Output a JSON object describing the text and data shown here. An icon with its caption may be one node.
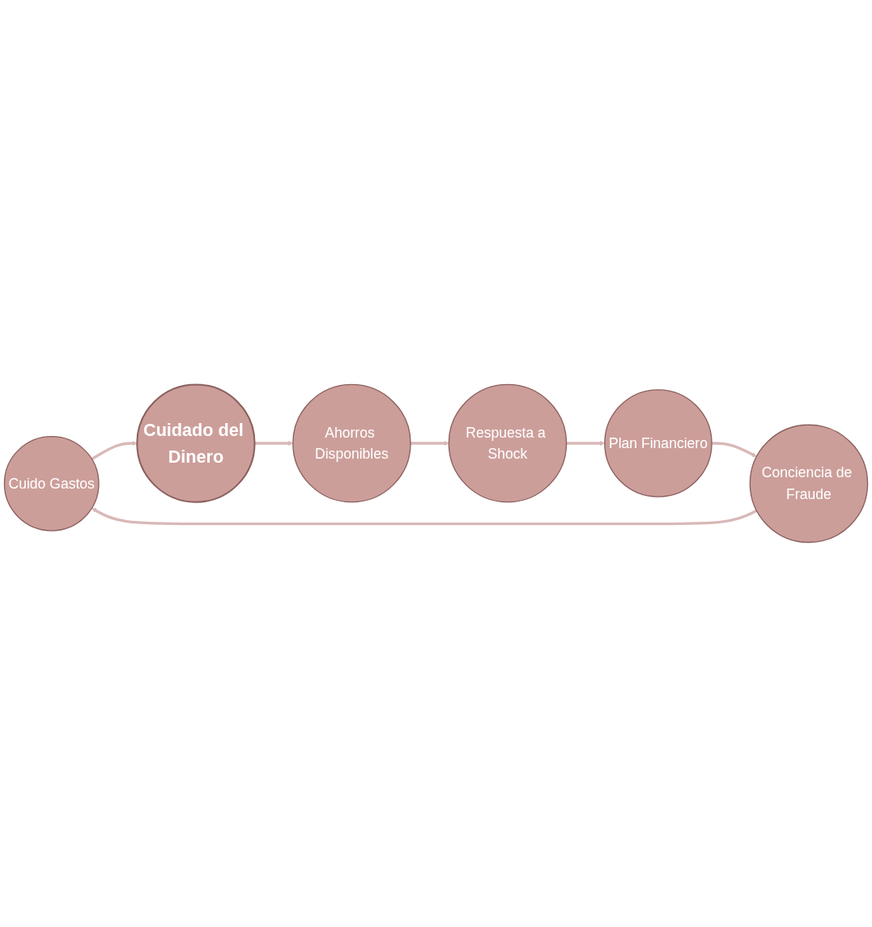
{
  "diagram": {
    "nodes": [
      {
        "text": [
          "Cuido Gastos"
        ]
      },
      {
        "text": [
          "Cuidado del Dinero"
        ]
      },
      {
        "text": [
          "Ahorros Disponibles"
        ]
      },
      {
        "text": [
          "Respuesta a Shock"
        ]
      },
      {
        "text": [
          "Plan Financiero"
        ]
      },
      {
        "text": [
          "Conciencia de Fraude"
        ]
      }
    ],
    "edges": [
      {
        "from": 0,
        "to": 1,
        "arrow": "to"
      },
      {
        "from": 1,
        "to": 2,
        "arrow": "to"
      },
      {
        "from": 2,
        "to": 3,
        "arrow": "to"
      },
      {
        "from": 3,
        "to": 4,
        "arrow": "to"
      },
      {
        "from": 4,
        "to": 5,
        "arrow": "to"
      },
      {
        "from": 5,
        "to": 0,
        "arrow": "to"
      }
    ]
  }
}
